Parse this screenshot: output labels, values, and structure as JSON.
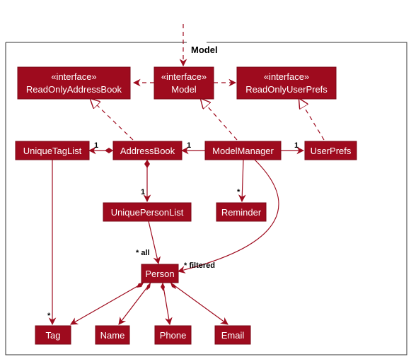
{
  "package": {
    "title": "Model"
  },
  "nodes": {
    "readonly_address_book": {
      "stereotype": "«interface»",
      "name": "ReadOnlyAddressBook"
    },
    "model": {
      "stereotype": "«interface»",
      "name": "Model"
    },
    "readonly_user_prefs": {
      "stereotype": "«interface»",
      "name": "ReadOnlyUserPrefs"
    },
    "unique_tag_list": {
      "name": "UniqueTagList"
    },
    "address_book": {
      "name": "AddressBook"
    },
    "model_manager": {
      "name": "ModelManager"
    },
    "user_prefs": {
      "name": "UserPrefs"
    },
    "unique_person_list": {
      "name": "UniquePersonList"
    },
    "reminder": {
      "name": "Reminder"
    },
    "person": {
      "name": "Person"
    },
    "tag": {
      "name": "Tag"
    },
    "name": {
      "name": "Name"
    },
    "phone": {
      "name": "Phone"
    },
    "email": {
      "name": "Email"
    }
  },
  "multiplicities": {
    "addressbook_to_uniquetaglist": "1",
    "modelmanager_to_addressbook": "1",
    "modelmanager_to_userprefs": "1",
    "addressbook_to_uniquepersonlist": "1",
    "modelmanager_to_reminder": "*",
    "uniquepersonlist_to_person": "* all",
    "modelmanager_to_person": "* filtered",
    "uniquetaglist_to_tag": "*"
  },
  "colors": {
    "box_fill": "#9E0B1E",
    "box_text": "#FFFFFF",
    "edge": "#9E0B1E"
  }
}
